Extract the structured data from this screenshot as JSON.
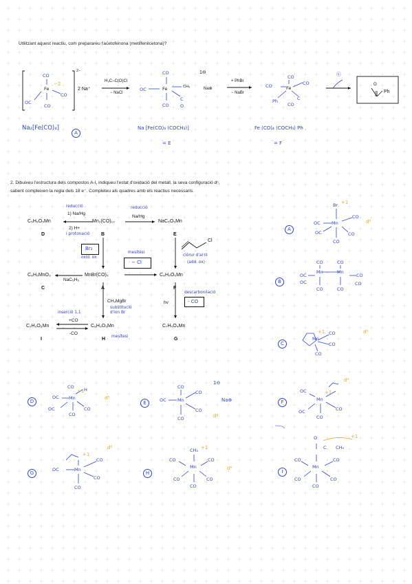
{
  "question1": {
    "text": "Utilitzant aquest reactiu, com preparareu l'acetofenona (metilfenilcetona)?"
  },
  "scheme1": {
    "reagent_label": "2 Na⁺",
    "charge_2minus": "2−",
    "step1_top": "H₃C–C(O)Cl",
    "step1_bottom": "− NaCl",
    "charge_1minus": "1⊖",
    "na_plus": "Na⊕",
    "step2_top": "+ PhBr",
    "step2_bottom": "− NaBr",
    "elimination_label": "ⓒ",
    "product_text": "Ph",
    "formula_a": "Na₂[Fe(CO)₄]",
    "label_a": "A",
    "formula_e": "Na [Fe(CO)₄ (COCH₃)]",
    "label_e": "= E",
    "formula_f": "Fe (CO)₄ (COCH₃) Ph",
    "label_f": "= F"
  },
  "question2": {
    "line1": "2. Dibuixeu l'estructura dels compostos A-I, indiqueu l'estat d'oxidació del metall, la seva configuració dⁿ,",
    "line2": "sabent compleixen la regla dels 18 e⁻. Completeu als quadres amb els reactius necessaris."
  },
  "scheme2": {
    "D": "C₅H₅O₅Mn",
    "D_label": "D",
    "B": "Mn₂(CO)₁₀",
    "B_label": "B",
    "E": "NaC₅O₅Mn",
    "E_label": "E",
    "C": "C₈H₅MnO₃",
    "C_label": "C",
    "A": "MnBr(CO)₅",
    "A_label": "A",
    "F": "C₈H₅O₅Mn",
    "F_label": "F",
    "I": "C₇H₃O₅Mn",
    "I_label": "I",
    "H": "C₆H₃O₅Mn",
    "H_label": "H",
    "G": "C₇H₅O₄Mn",
    "G_label": "G",
    "BD_reagent1": "1) Na/Hg",
    "BD_reagent2": "2) H+",
    "BD_hw_top": "reducció",
    "BD_hw_bottom": "i protonació",
    "BE_reagent": "Na/Hg",
    "BE_hw": "reducció",
    "BA_box": "Br₂",
    "BA_hw": "oxid. ox",
    "AC_reagent": "NaC₅H₅",
    "AF_box": "− Cl",
    "AF_hw": "mesítesi",
    "EF_hw1": "clòrur d'al·lil",
    "EF_hw2": "(add. ox)",
    "AH_reagent": "CH₃MgBr",
    "AH_hw1": "substitució",
    "AH_hw2": "d'ion Br",
    "AH_hw3": "mesítesi",
    "HI_top": "+CO",
    "HI_bottom": "-CO",
    "HI_hw": "inserció 1,1",
    "FG_reagent": "hv",
    "FG_box": "- CO",
    "FG_hw": "descarbonilació"
  },
  "answers": {
    "A": {
      "label": "A",
      "dn": "d⁶"
    },
    "B": {
      "label": "B"
    },
    "C": {
      "label": "C",
      "dn": "d⁶"
    },
    "D": {
      "label": "D",
      "dn": "d⁶"
    },
    "E": {
      "label": "E",
      "dn": "d⁶",
      "charge": "1⊖",
      "cation": "Na⊕"
    },
    "F": {
      "label": "F",
      "dn": "d⁶"
    },
    "G": {
      "label": "G",
      "dn": "d⁶"
    },
    "H": {
      "label": "H",
      "dn": "d⁶",
      "methyl": "CH₃"
    },
    "I": {
      "label": "I",
      "acyl": "CH₃"
    }
  },
  "chem": {
    "co": "CO",
    "oc": "OC",
    "mn": "Mn",
    "fe": "Fe",
    "br": "Br",
    "h": "H",
    "ph": "Ph",
    "o": "O",
    "c": "C",
    "ox1": "+1",
    "oxm2": "−2"
  }
}
